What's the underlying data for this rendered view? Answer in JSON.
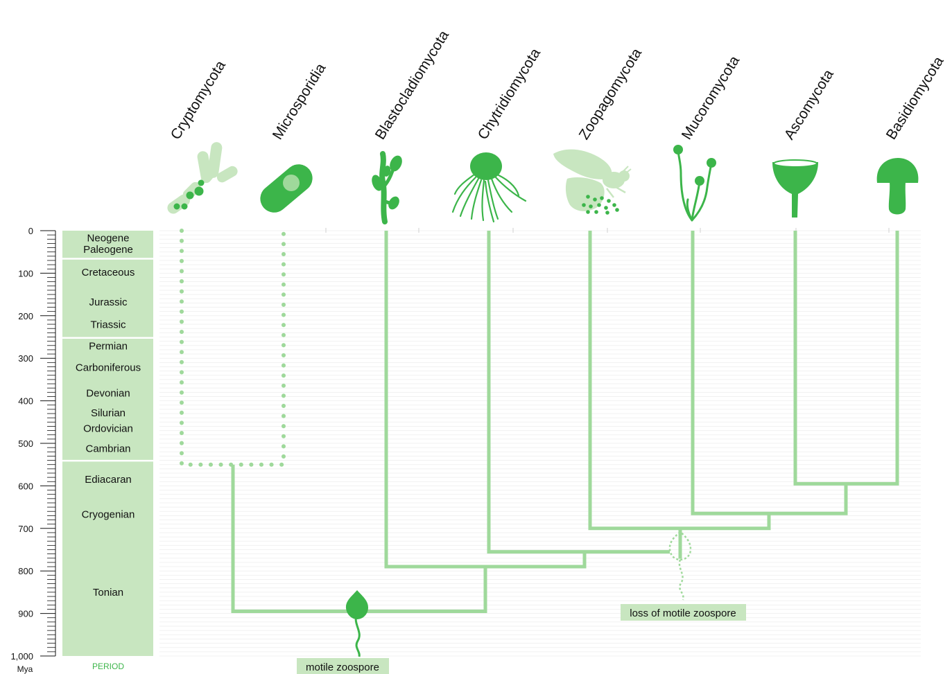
{
  "colors": {
    "dark_green": "#3cb54a",
    "light_green": "#9fd99b",
    "pale_green": "#c8e6c0",
    "grid": "#f1f1f1"
  },
  "taxa": [
    {
      "name": "Cryptomycota",
      "icon": "cryptomycota-icon"
    },
    {
      "name": "Microsporidia",
      "icon": "microsporidia-icon"
    },
    {
      "name": "Blastocladiomycota",
      "icon": "blastocladiomycota-icon"
    },
    {
      "name": "Chytridiomycota",
      "icon": "chytridiomycota-icon"
    },
    {
      "name": "Zoopagomycota",
      "icon": "zoopagomycota-icon"
    },
    {
      "name": "Mucoromycota",
      "icon": "mucoromycota-icon"
    },
    {
      "name": "Ascomycota",
      "icon": "ascomycota-icon"
    },
    {
      "name": "Basidiomycota",
      "icon": "basidiomycota-icon"
    }
  ],
  "time_axis": {
    "ticks": [
      "0",
      "100",
      "200",
      "300",
      "400",
      "500",
      "600",
      "700",
      "800",
      "900",
      "1,000"
    ],
    "unit": "Mya",
    "min_mya": 0,
    "max_mya": 1000
  },
  "periods_heading": "PERIOD",
  "periods": [
    {
      "name": "Neogene",
      "mya": 17
    },
    {
      "name": "Paleogene",
      "mya": 44
    },
    {
      "name": "Cretaceous",
      "mya": 98
    },
    {
      "name": "Jurassic",
      "mya": 168
    },
    {
      "name": "Triassic",
      "mya": 221
    },
    {
      "name": "Permian",
      "mya": 271
    },
    {
      "name": "Carboniferous",
      "mya": 322
    },
    {
      "name": "Devonian",
      "mya": 382
    },
    {
      "name": "Silurian",
      "mya": 428
    },
    {
      "name": "Ordovician",
      "mya": 465
    },
    {
      "name": "Cambrian",
      "mya": 512
    },
    {
      "name": "Ediacaran",
      "mya": 585
    },
    {
      "name": "Cryogenian",
      "mya": 667
    },
    {
      "name": "Tonian",
      "mya": 850
    }
  ],
  "era_boundaries_mya": [
    66,
    252,
    541
  ],
  "divergences_mya": {
    "crypto_micro": 550,
    "root": 895,
    "blasto_rest": 790,
    "chytrid_rest": 755,
    "zoopago_rest": 700,
    "mucoro_dikarya": 665,
    "asco_basidio": 595
  },
  "annotations": {
    "motile_zoospore": "motile zoospore",
    "loss_of_motile_zoospore": "loss of motile zoospore"
  }
}
